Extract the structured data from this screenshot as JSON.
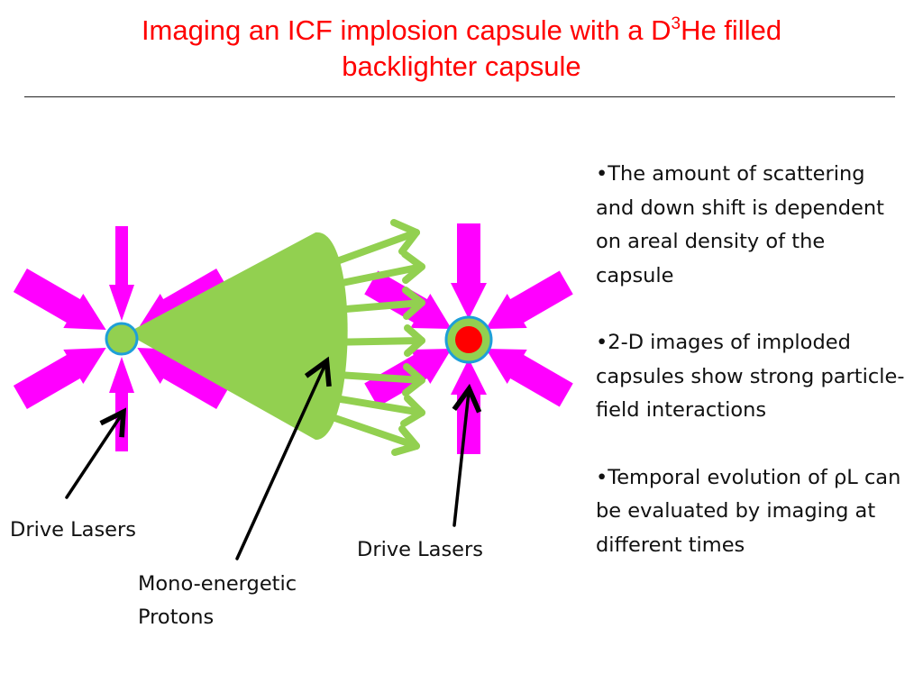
{
  "slide": {
    "title_line1_part1": "Imaging an ICF implosion capsule with a D",
    "title_superscript": "3",
    "title_line1_part2": "He filled",
    "title_line2": "backlighter capsule"
  },
  "labels": {
    "drive_lasers_left": "Drive Lasers",
    "drive_lasers_right": "Drive Lasers",
    "protons_line1": "Mono-energetic",
    "protons_line2": "Protons"
  },
  "bullets": [
    "•The amount of scattering and down shift is dependent on areal density of the capsule",
    "•2-D images of imploded capsules show strong particle-field interactions",
    "•Temporal evolution of ρL can be evaluated by imaging at different times"
  ],
  "colors": {
    "title": "#ff0000",
    "laser": "#ff00ff",
    "proton_beam": "#92d050",
    "capsule_outline": "#1e9fd8",
    "capsule_core": "#ff0000",
    "pointer_arrow": "#000000"
  },
  "icons": {
    "left_capsule": "backlighter-capsule-icon",
    "right_capsule": "imploded-capsule-icon"
  }
}
